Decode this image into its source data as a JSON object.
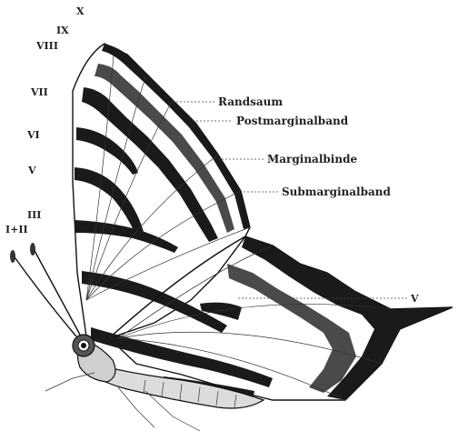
{
  "vein_numbers": [
    "X",
    "IX",
    "VIII",
    "VII",
    "VI",
    "V",
    "III",
    "I+II"
  ],
  "labels": {
    "randsaum": "Randsaum",
    "postmarginalband": "Postmarginalband",
    "marginalbinde": "Marginalbinde",
    "submarginalband": "Submarginalband",
    "hind_vein": "V"
  },
  "colors": {
    "ink": "#1a1a1a",
    "grey": "#4a4a4a",
    "paper": "#ffffff"
  }
}
